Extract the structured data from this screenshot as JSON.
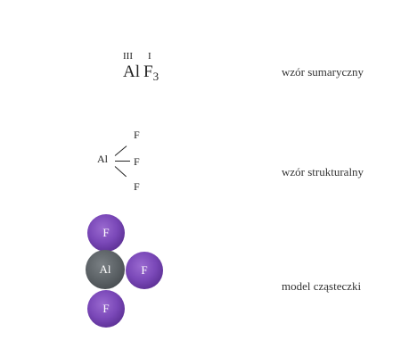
{
  "summary": {
    "valence_al": "III",
    "valence_f": "I",
    "element_al": "Al",
    "element_f": "F",
    "subscript": "3",
    "caption": "wzór sumaryczny"
  },
  "structural": {
    "center": "Al",
    "ligand_top": "F",
    "ligand_middle": "F",
    "ligand_bottom": "F",
    "caption": "wzór strukturalny"
  },
  "model": {
    "atom_top": "F",
    "atom_center": "Al",
    "atom_right": "F",
    "atom_bottom": "F",
    "caption": "model cząsteczki",
    "colors": {
      "fluorine": "#7a48b8",
      "aluminium": "#5e6468"
    }
  }
}
